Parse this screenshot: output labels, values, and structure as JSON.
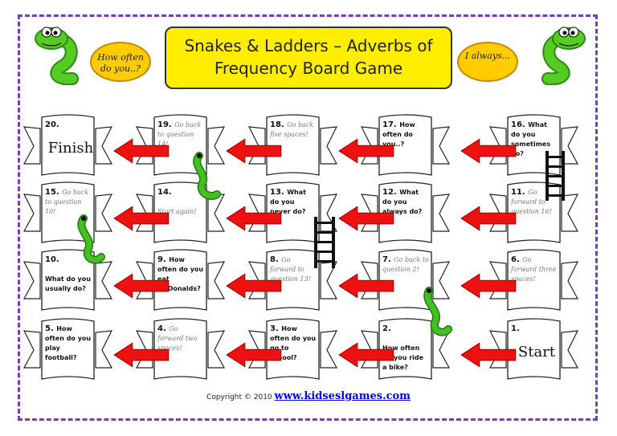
{
  "title": {
    "line1": "Snakes & Ladders – Adverbs of",
    "line2": "Frequency Board Game"
  },
  "bubbles": {
    "left": "How often do you..?",
    "right": "I always..."
  },
  "colors": {
    "frame": "#7a3db8",
    "title_bg": "#ffee00",
    "bubble": "#ffcc00",
    "arrow": "#ee1111",
    "snake": "#33bb22"
  },
  "squares": [
    {
      "n": "20.",
      "text": "",
      "kind": "q",
      "big": "Finish"
    },
    {
      "n": "19.",
      "text": "Go back to question 14!",
      "kind": "act"
    },
    {
      "n": "18.",
      "text": "Go back five spaces!",
      "kind": "act"
    },
    {
      "n": "17.",
      "text": "How often do you..?",
      "kind": "q"
    },
    {
      "n": "16.",
      "text": "What do you sometimes do?",
      "kind": "q"
    },
    {
      "n": "15.",
      "text": "Go back to question 10!",
      "kind": "act"
    },
    {
      "n": "14.",
      "text": "Start again!",
      "kind": "act2"
    },
    {
      "n": "13.",
      "text": "What do you never do?",
      "kind": "q"
    },
    {
      "n": "12.",
      "text": "What do you always do?",
      "kind": "q"
    },
    {
      "n": "11.",
      "text": "Go forward to question 16!",
      "kind": "act"
    },
    {
      "n": "10.",
      "text": "What do you usually do?",
      "kind": "q2"
    },
    {
      "n": "9.",
      "text": "How often do you eat McDonalds?",
      "kind": "q"
    },
    {
      "n": "8.",
      "text": "Go forward to question 13!",
      "kind": "act"
    },
    {
      "n": "7.",
      "text": "Go back to question 2!",
      "kind": "act"
    },
    {
      "n": "6.",
      "text": "Go forward three spaces!",
      "kind": "act"
    },
    {
      "n": "5.",
      "text": "How often do you play football?",
      "kind": "q"
    },
    {
      "n": "4.",
      "text": "Go forward two spaces!",
      "kind": "act"
    },
    {
      "n": "3.",
      "text": "How often do you go to school?",
      "kind": "q"
    },
    {
      "n": "2.",
      "text": "How often do you ride a bike?",
      "kind": "q2"
    },
    {
      "n": "1.",
      "text": "",
      "kind": "q",
      "big": "Start"
    }
  ],
  "copyright": {
    "prefix": "Copyright © 2010",
    "link": "www.kidseslgames.com"
  }
}
